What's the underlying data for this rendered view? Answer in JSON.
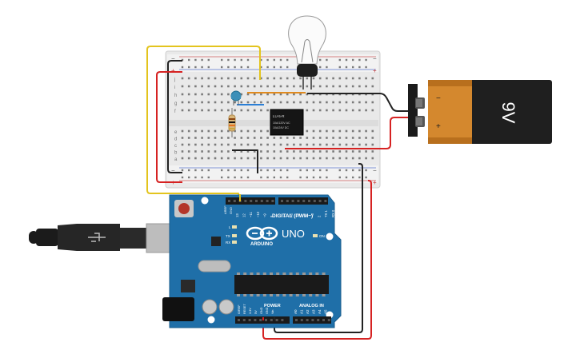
{
  "battery": {
    "voltage_label": "9V",
    "minus_label": "−",
    "plus_label": "+"
  },
  "relay": {
    "label_line1": "LU-5-R",
    "label_line2": "10A/120V AC",
    "label_line3": "10A/24V DC"
  },
  "arduino": {
    "brand": "ARDUINO",
    "model": "UNO",
    "digital_label": "DIGITAL (PWM~)",
    "power_label": "POWER",
    "analog_label": "ANALOG IN",
    "on_label": "ON",
    "l_label": "L",
    "tx_label": "TX",
    "rx_label": "RX",
    "aref_label": "AREF",
    "gnd_label": "GND",
    "pin_labels_digital": [
      "13",
      "12",
      "~11",
      "~10",
      "~9",
      "8",
      "7",
      "~6",
      "~5",
      "4",
      "~3",
      "2",
      "TX 1",
      "RX 0"
    ],
    "pin_labels_power": [
      "IOREF",
      "RESET",
      "3.3V",
      "5V",
      "GND",
      "GND",
      "Vin"
    ],
    "pin_labels_analog": [
      "A0",
      "A1",
      "A2",
      "A3",
      "A4",
      "A5"
    ]
  },
  "breadboard": {
    "row_letters_top": [
      "j",
      "i",
      "h",
      "g",
      "f"
    ],
    "row_letters_bottom": [
      "e",
      "d",
      "c",
      "b",
      "a"
    ],
    "rail_minus": "−",
    "rail_plus": "+"
  }
}
